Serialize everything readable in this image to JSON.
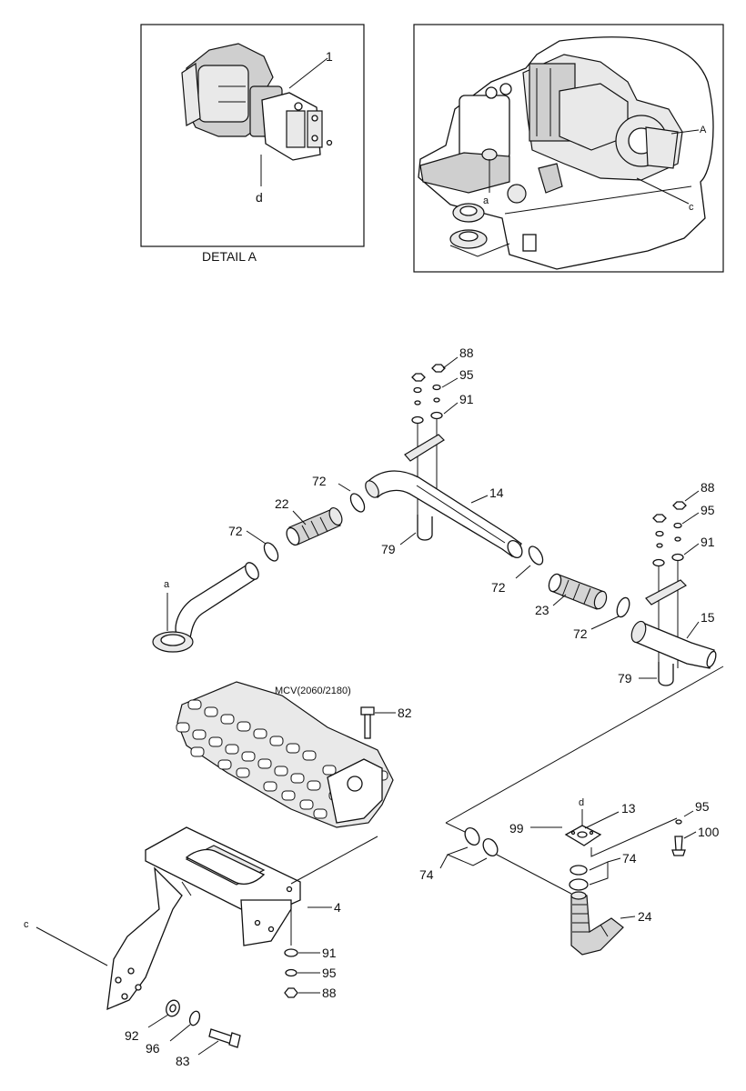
{
  "detail_caption": "DETAIL A",
  "mcv_label": "MCV(2060/2180)",
  "detail_labels": {
    "p1": "1",
    "d": "d"
  },
  "overview_labels": {
    "A": "A",
    "a": "a",
    "c": "c"
  },
  "labels": {
    "n88_top": "88",
    "n95_top": "95",
    "n91_top": "91",
    "n14": "14",
    "n72_a": "72",
    "n22": "22",
    "n72_b": "72",
    "n79_a": "79",
    "a_pipe": "a",
    "n72_c": "72",
    "n23": "23",
    "n72_d": "72",
    "n88_r": "88",
    "n95_r": "95",
    "n91_r": "91",
    "n15": "15",
    "n79_b": "79",
    "n82": "82",
    "d_flange": "d",
    "n13": "13",
    "n99": "99",
    "n95_br": "95",
    "n100": "100",
    "n74_r": "74",
    "n74_l": "74",
    "n24": "24",
    "n4": "4",
    "c_bracket": "c",
    "n91_b": "91",
    "n95_b": "95",
    "n88_b": "88",
    "n92": "92",
    "n96": "96",
    "n83": "83"
  }
}
